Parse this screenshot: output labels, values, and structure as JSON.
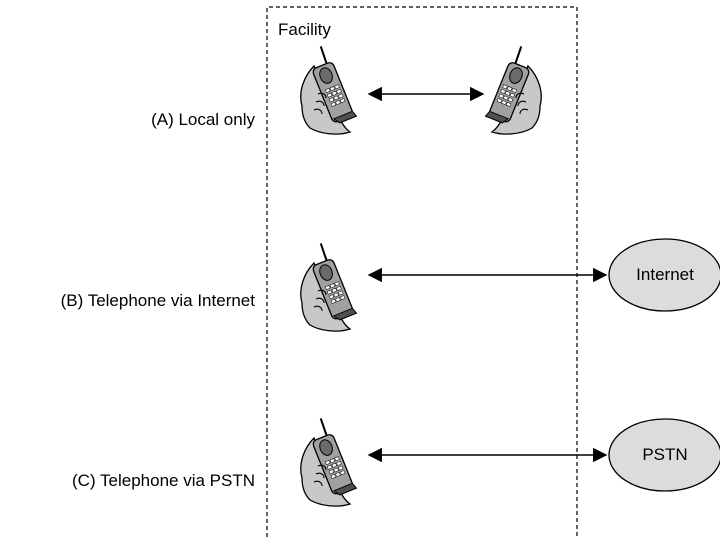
{
  "facility": {
    "label": "Facility"
  },
  "rows": [
    {
      "label": "(A) Local only",
      "endpoint": "handset",
      "endpoint_icon": "cell-phone-icon"
    },
    {
      "label": "(B) Telephone via Internet",
      "endpoint": "cloud",
      "endpoint_label": "Internet"
    },
    {
      "label": "(C) Telephone via PSTN",
      "endpoint": "cloud",
      "endpoint_label": "PSTN"
    }
  ],
  "icons": {
    "phone": "cell-phone-icon"
  },
  "colors": {
    "phone_fill": "#c8c8c8",
    "ellipse_fill": "#dcdcdc",
    "stroke": "#000000"
  }
}
